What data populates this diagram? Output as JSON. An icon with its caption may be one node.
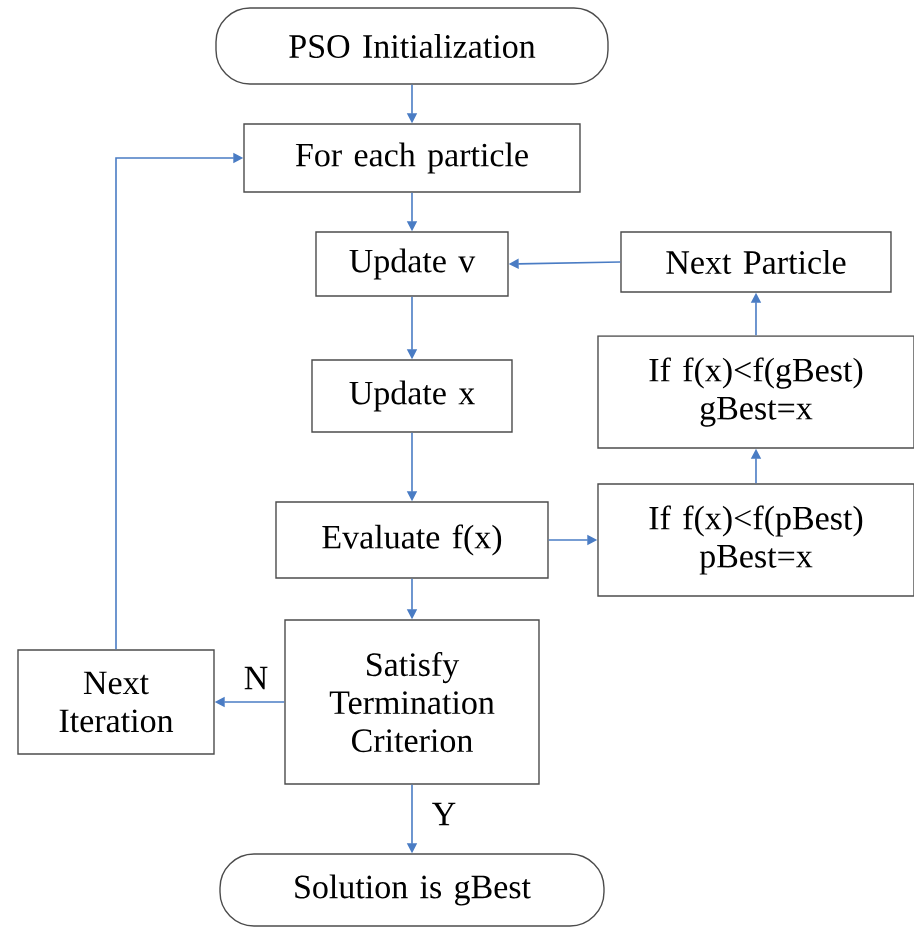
{
  "diagram": {
    "nodes": [
      {
        "text": [
          "PSO Initialization"
        ]
      },
      {
        "text": [
          "For each particle"
        ]
      },
      {
        "text": [
          "Update v"
        ]
      },
      {
        "text": [
          "Update x"
        ]
      },
      {
        "text": [
          "Evaluate f(x)"
        ]
      },
      {
        "text": [
          "Satisfy Termination Criterion"
        ]
      },
      {
        "text": [
          "Solution is gBest"
        ]
      },
      {
        "text": [
          "Next Iteration"
        ]
      },
      {
        "text": [
          "Next Particle"
        ]
      },
      {
        "text": [
          "If f(x)<f(gBest) gBest=x"
        ]
      },
      {
        "text": [
          "If f(x)<f(pBest) pBest=x"
        ]
      }
    ],
    "edges": [
      {
        "from": 0,
        "to": 1,
        "arrow": "to"
      },
      {
        "from": 1,
        "to": 2,
        "arrow": "to"
      },
      {
        "from": 2,
        "to": 3,
        "arrow": "to"
      },
      {
        "from": 3,
        "to": 4,
        "arrow": "to"
      },
      {
        "from": 4,
        "to": 10,
        "arrow": "to"
      },
      {
        "from": 10,
        "to": 9,
        "arrow": "to"
      },
      {
        "from": 9,
        "to": 8,
        "arrow": "to"
      },
      {
        "from": 8,
        "to": 2,
        "arrow": "to"
      },
      {
        "from": 4,
        "to": 5,
        "arrow": "to"
      },
      {
        "from": 5,
        "to": 7,
        "arrow": "to",
        "label": "N"
      },
      {
        "from": 5,
        "to": 6,
        "arrow": "to",
        "label": "Y"
      },
      {
        "from": 7,
        "to": 1,
        "arrow": "to"
      }
    ]
  }
}
